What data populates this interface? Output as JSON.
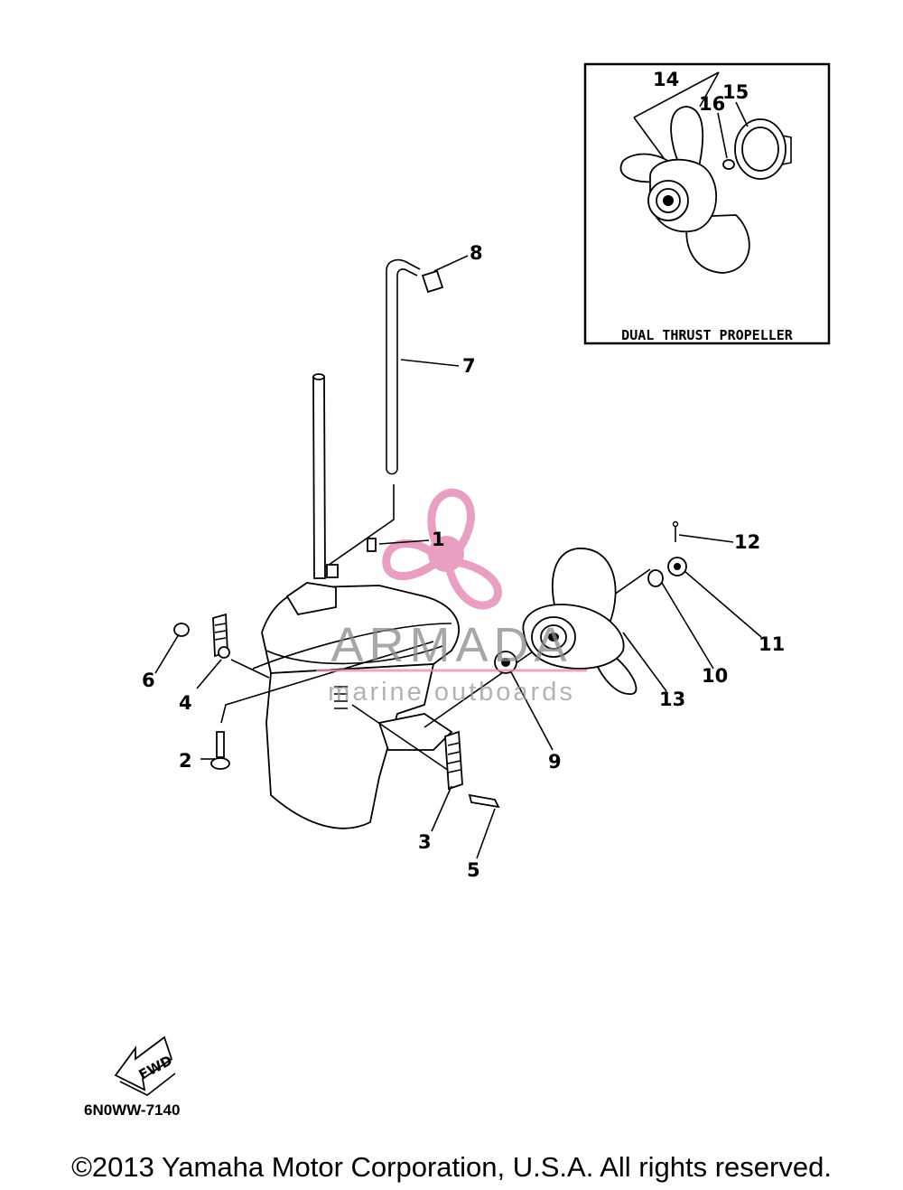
{
  "callouts": {
    "c1": "1",
    "c2": "2",
    "c3": "3",
    "c4": "4",
    "c5": "5",
    "c6": "6",
    "c7": "7",
    "c8": "8",
    "c9": "9",
    "c10": "10",
    "c11": "11",
    "c12": "12",
    "c13": "13",
    "c14": "14",
    "c15": "15",
    "c16": "16"
  },
  "inset": {
    "title": "DUAL THRUST PROPELLER"
  },
  "fwd_label": "FWD",
  "diagram_code": "6N0WW-7140",
  "watermark": {
    "brand": "ARMADA",
    "tagline": "marine outboards",
    "logo_color": "#e58fb8"
  },
  "copyright": "©2013 Yamaha Motor Corporation, U.S.A. All rights reserved."
}
